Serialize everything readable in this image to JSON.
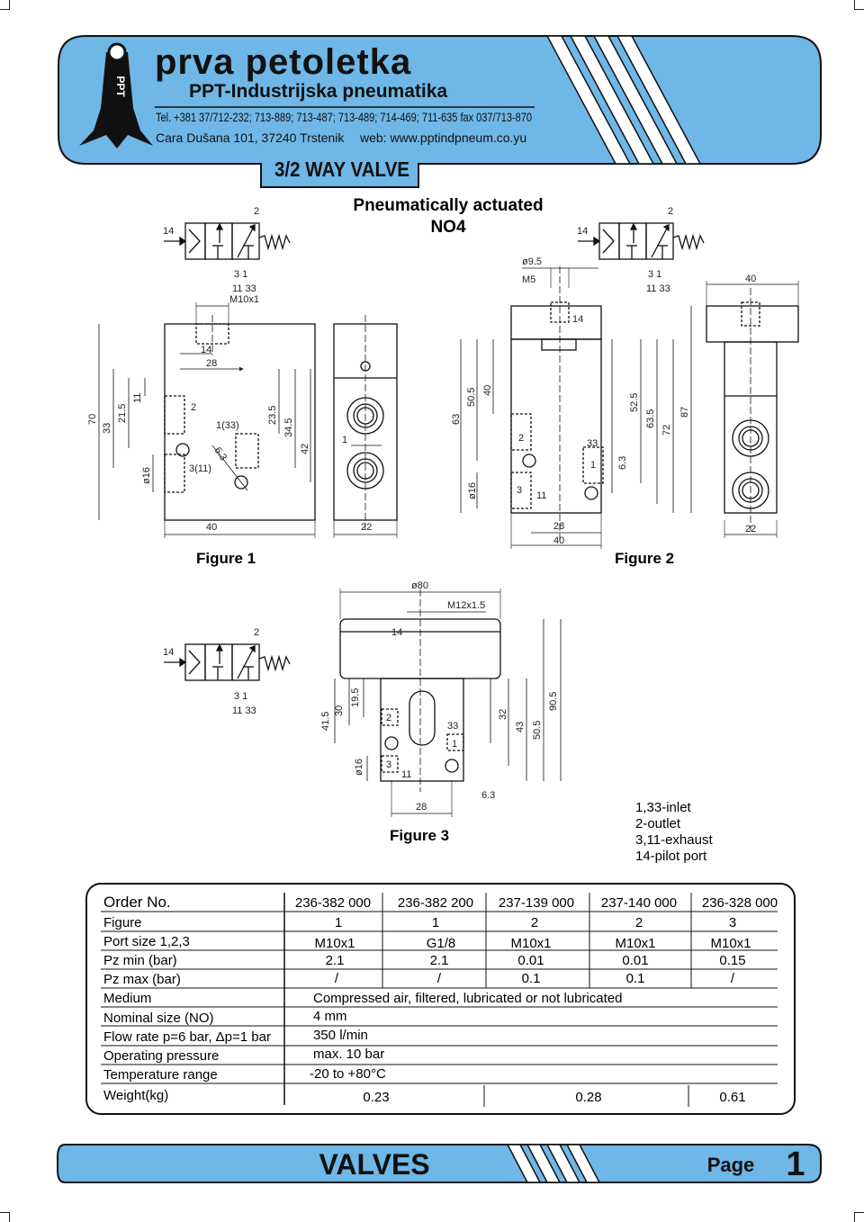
{
  "header": {
    "brand": "prva petoletka",
    "subtitle": "PPT-Industrijska pneumatika",
    "contact_line": "Tel. +381 37/712-232; 713-889; 713-487; 713-489; 714-469; 711-635 fax 037/713-870",
    "address": "Cara Dušana 101, 37240 Trstenik",
    "web": "web:  www.pptindpneum.co.yu",
    "product_title": "3/2  WAY VALVE",
    "logo_letters": "PPT"
  },
  "section": {
    "title_line1": "Pneumatically actuated",
    "title_line2": "NO4"
  },
  "symbols": {
    "pilot": "14",
    "outlet": "2",
    "ports_a": "3   1",
    "ports_b": "11  33"
  },
  "figure_labels": {
    "fig1": "Figure 1",
    "fig2": "Figure 2",
    "fig3": "Figure 3"
  },
  "dims": {
    "f1_m10": "M10x1",
    "f1_14": "14",
    "f1_28": "28",
    "f1_70": "70",
    "f1_33": "33",
    "f1_215": "21.5",
    "f1_11": "11",
    "f1_2": "2",
    "f1_133": "1(33)",
    "f1_311": "3(11)",
    "f1_63": "6.3",
    "f1_235": "23.5",
    "f1_345": "34.5",
    "f1_42": "42",
    "f1_o16": "ø16",
    "f1_40": "40",
    "s_1": "1",
    "s_22": "22",
    "f2_o95": "ø9.5",
    "f2_m5": "M5",
    "f2_14": "14",
    "f2_63": "63",
    "f2_505": "50.5",
    "f2_40v": "40",
    "f2_2": "2",
    "f2_33": "33",
    "f2_1": "1",
    "f2_63b": "6.3",
    "f2_3": "3",
    "f2_11": "11",
    "f2_o16": "ø16",
    "f2_525": "52.5",
    "f2_635": "63.5",
    "f2_72": "72",
    "f2_87": "87",
    "f2_28": "28",
    "f2_40": "40",
    "f2s_40": "40",
    "f2s_22": "22",
    "f3_o80": "ø80",
    "f3_m12": "M12x1.5",
    "f3_14": "14",
    "f3_415": "41.5",
    "f3_30": "30",
    "f3_195": "19.5",
    "f3_2": "2",
    "f3_33": "33",
    "f3_1": "1",
    "f3_3": "3",
    "f3_11": "11",
    "f3_o16": "ø16",
    "f3_32": "32",
    "f3_43": "43",
    "f3_505": "50.5",
    "f3_905": "90.5",
    "f3_28": "28",
    "f3_63": "6.3"
  },
  "legend": [
    "1,33-inlet",
    "2-outlet",
    "3,11-exhaust",
    "14-pilot port"
  ],
  "table": {
    "header_label": "Order No.",
    "order_numbers": [
      "236-382 000",
      "236-382 200",
      "237-139 000",
      "237-140 000",
      "236-328 000"
    ],
    "rows": [
      {
        "label": "Figure",
        "values": [
          "1",
          "1",
          "2",
          "2",
          "3"
        ]
      },
      {
        "label": "Port size 1,2,3",
        "values": [
          "M10x1",
          "G1/8",
          "M10x1",
          "M10x1",
          "M10x1"
        ]
      },
      {
        "label": "Pz min (bar)",
        "values": [
          "2.1",
          "2.1",
          "0.01",
          "0.01",
          "0.15"
        ]
      },
      {
        "label": "Pz max (bar)",
        "values": [
          "/",
          "/",
          "0.1",
          "0.1",
          "/"
        ]
      }
    ],
    "span_rows": [
      {
        "label": "Medium",
        "value": "Compressed air, filtered, lubricated or not lubricated"
      },
      {
        "label": "Nominal size (NO)",
        "value": "4 mm"
      },
      {
        "label": "Flow rate p=6 bar, Δp=1 bar",
        "value": "350 l/min"
      },
      {
        "label": "Operating pressure",
        "value": "max. 10 bar"
      },
      {
        "label": "Temperature range",
        "value": "-20 to +80°C"
      }
    ],
    "weight": {
      "label": "Weight(kg)",
      "values": [
        "0.23",
        "0.28",
        "0.61"
      ]
    }
  },
  "footer": {
    "title": "VALVES",
    "page_label": "Page",
    "page_number": "1"
  },
  "colors": {
    "accent_blue": "#6fb7e6",
    "line": "#1a1a1a"
  }
}
